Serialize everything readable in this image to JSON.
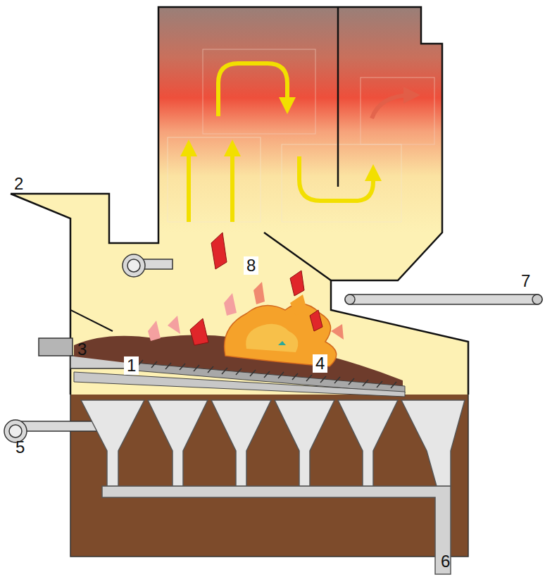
{
  "diagram": {
    "labels": [
      "2",
      "8",
      "7",
      "3",
      "1",
      "4",
      "5",
      "6"
    ]
  }
}
